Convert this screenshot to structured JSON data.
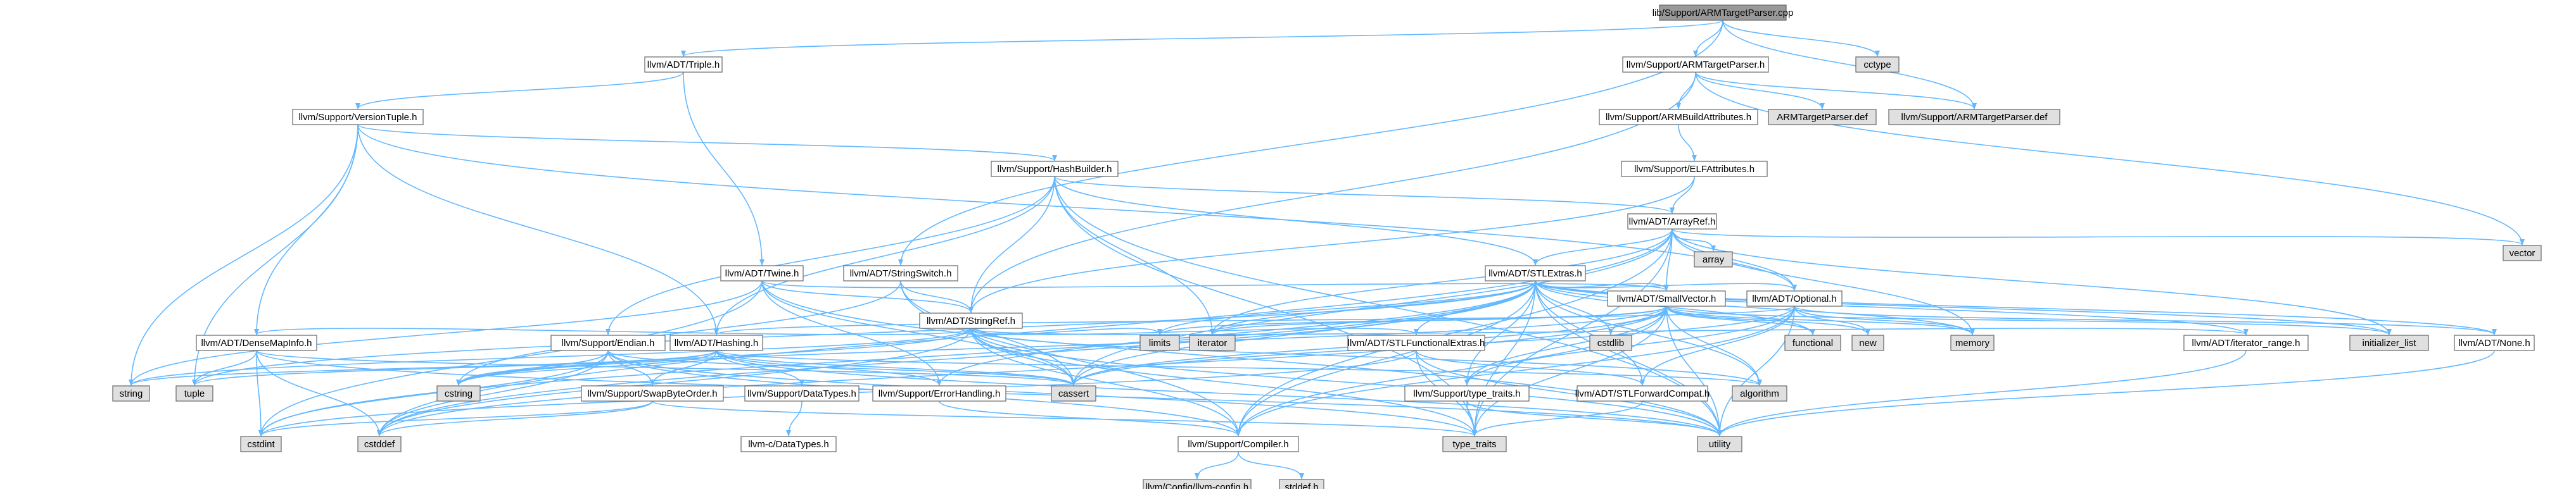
{
  "title": "lib/Support/ARMTargetParser.cpp",
  "colors": {
    "root_fill": "#999999",
    "node_fill": "#ffffff",
    "system_fill": "#e0e0e0",
    "border": "#666666",
    "incomplete_border": "#ff0000",
    "edge": "#63b8ff",
    "text": "#000000"
  },
  "nodes": [
    {
      "id": "root",
      "label": "lib/Support/ARMTargetParser.cpp",
      "kind": "root"
    },
    {
      "id": "triple",
      "label": "llvm/ADT/Triple.h",
      "kind": "header"
    },
    {
      "id": "atp_h",
      "label": "llvm/Support/ARMTargetParser.h",
      "kind": "header"
    },
    {
      "id": "cctype",
      "label": "cctype",
      "kind": "system"
    },
    {
      "id": "versiontuple",
      "label": "llvm/Support/VersionTuple.h",
      "kind": "header"
    },
    {
      "id": "buildattr",
      "label": "llvm/Support/ARMBuildAttributes.h",
      "kind": "header"
    },
    {
      "id": "atp_def",
      "label": "ARMTargetParser.def",
      "kind": "system"
    },
    {
      "id": "atp_def2",
      "label": "llvm/Support/ARMTargetParser.def",
      "kind": "system"
    },
    {
      "id": "elfattr",
      "label": "llvm/Support/ELFAttributes.h",
      "kind": "header"
    },
    {
      "id": "hashbuilder",
      "label": "llvm/Support/HashBuilder.h",
      "kind": "header"
    },
    {
      "id": "arrayref",
      "label": "llvm/ADT/ArrayRef.h",
      "kind": "header"
    },
    {
      "id": "vector",
      "label": "vector",
      "kind": "system"
    },
    {
      "id": "array",
      "label": "array",
      "kind": "system"
    },
    {
      "id": "twine",
      "label": "llvm/ADT/Twine.h",
      "kind": "header"
    },
    {
      "id": "stringswitch",
      "label": "llvm/ADT/StringSwitch.h",
      "kind": "header"
    },
    {
      "id": "stlextras",
      "label": "llvm/ADT/STLExtras.h",
      "kind": "incomplete"
    },
    {
      "id": "smallvector",
      "label": "llvm/ADT/SmallVector.h",
      "kind": "header"
    },
    {
      "id": "optional",
      "label": "llvm/ADT/Optional.h",
      "kind": "header"
    },
    {
      "id": "stringref",
      "label": "llvm/ADT/StringRef.h",
      "kind": "header"
    },
    {
      "id": "densemapinfo",
      "label": "llvm/ADT/DenseMapInfo.h",
      "kind": "header"
    },
    {
      "id": "endian",
      "label": "llvm/Support/Endian.h",
      "kind": "header"
    },
    {
      "id": "hashing",
      "label": "llvm/ADT/Hashing.h",
      "kind": "header"
    },
    {
      "id": "stlfunc",
      "label": "llvm/ADT/STLFunctionalExtras.h",
      "kind": "header"
    },
    {
      "id": "cstdlib",
      "label": "cstdlib",
      "kind": "system"
    },
    {
      "id": "functional",
      "label": "functional",
      "kind": "system"
    },
    {
      "id": "new",
      "label": "new",
      "kind": "system"
    },
    {
      "id": "memory",
      "label": "memory",
      "kind": "system"
    },
    {
      "id": "iterrange",
      "label": "llvm/ADT/iterator_range.h",
      "kind": "header"
    },
    {
      "id": "initlist",
      "label": "initializer_list",
      "kind": "system"
    },
    {
      "id": "none",
      "label": "llvm/ADT/None.h",
      "kind": "header"
    },
    {
      "id": "limits",
      "label": "limits",
      "kind": "system"
    },
    {
      "id": "iterator",
      "label": "iterator",
      "kind": "system"
    },
    {
      "id": "string",
      "label": "string",
      "kind": "system"
    },
    {
      "id": "tuple",
      "label": "tuple",
      "kind": "system"
    },
    {
      "id": "cstring",
      "label": "cstring",
      "kind": "system"
    },
    {
      "id": "swapbyte",
      "label": "llvm/Support/SwapByteOrder.h",
      "kind": "incomplete"
    },
    {
      "id": "datatypes",
      "label": "llvm/Support/DataTypes.h",
      "kind": "header"
    },
    {
      "id": "errorhandling",
      "label": "llvm/Support/ErrorHandling.h",
      "kind": "header"
    },
    {
      "id": "cassert",
      "label": "cassert",
      "kind": "system"
    },
    {
      "id": "typetraits_h",
      "label": "llvm/Support/type_traits.h",
      "kind": "header"
    },
    {
      "id": "stlforward",
      "label": "llvm/ADT/STLForwardCompat.h",
      "kind": "header"
    },
    {
      "id": "algorithm",
      "label": "algorithm",
      "kind": "system"
    },
    {
      "id": "cstdint",
      "label": "cstdint",
      "kind": "system"
    },
    {
      "id": "cstddef",
      "label": "cstddef",
      "kind": "system"
    },
    {
      "id": "cdatatypes",
      "label": "llvm-c/DataTypes.h",
      "kind": "incomplete"
    },
    {
      "id": "compiler",
      "label": "llvm/Support/Compiler.h",
      "kind": "header"
    },
    {
      "id": "type_traits",
      "label": "type_traits",
      "kind": "system"
    },
    {
      "id": "utility",
      "label": "utility",
      "kind": "system"
    },
    {
      "id": "config",
      "label": "llvm/Config/llvm-config.h",
      "kind": "system"
    },
    {
      "id": "stddef",
      "label": "stddef.h",
      "kind": "system"
    }
  ]
}
